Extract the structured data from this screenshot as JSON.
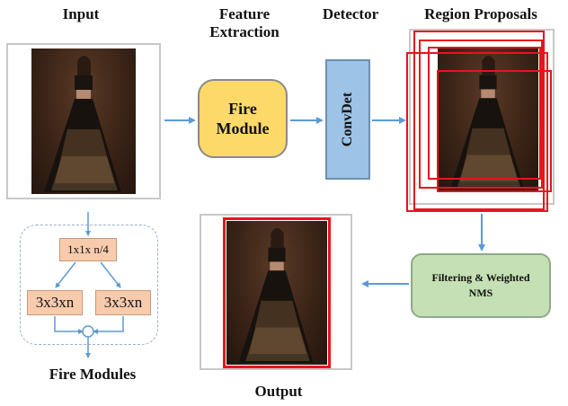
{
  "headers": {
    "input": "Input",
    "feature_extraction": "Feature Extraction",
    "detector": "Detector",
    "region_proposals": "Region Proposals"
  },
  "blocks": {
    "fire_module": "Fire Module",
    "convdet": "ConvDet",
    "filtering": "Filtering & Weighted NMS"
  },
  "fire_detail": {
    "squeeze": "1x1x n/4",
    "expand_left": "3x3xn",
    "expand_right": "3x3xn",
    "caption": "Fire Modules"
  },
  "output_label": "Output",
  "colors": {
    "arrow": "#5b9bd5",
    "fire_fill": "#fdd96a",
    "convdet_fill": "#9dc3e6",
    "filter_fill": "#c5e0b4",
    "box_red": "#e8141b",
    "expand_fill": "#f8cbad"
  }
}
